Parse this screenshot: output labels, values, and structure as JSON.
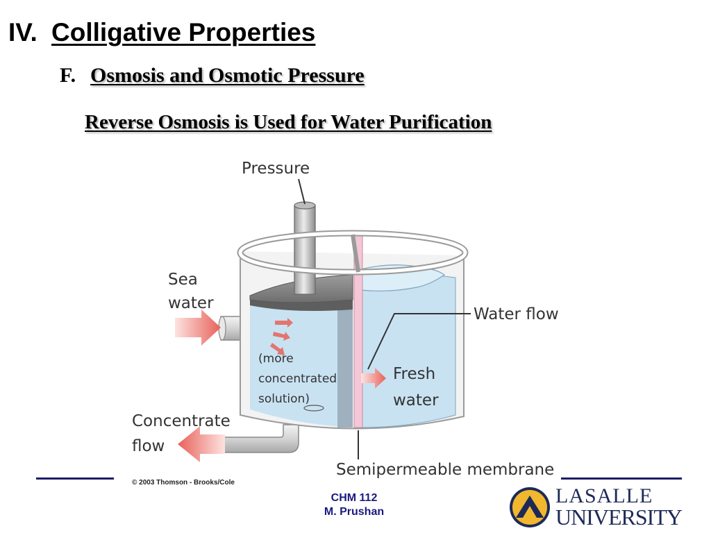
{
  "slide": {
    "section_number": "IV.",
    "section_title": "Colligative Properties",
    "subsection_number": "F.",
    "subsection_title": "Osmosis and Osmotic Pressure",
    "heading": "Reverse Osmosis is Used for Water Purification"
  },
  "diagram": {
    "labels": {
      "pressure": "Pressure",
      "sea_line1": "Sea",
      "sea_line2": "water",
      "water_flow": "Water flow",
      "more_line1": "(more",
      "more_line2": "concentrated",
      "more_line3": "solution)",
      "fresh_line1": "Fresh",
      "fresh_line2": "water",
      "conc_line1": "Concentrate",
      "conc_line2": "flow",
      "membrane": "Semipermeable membrane"
    }
  },
  "footer": {
    "credit": "© 2003 Thomson - Brooks/Cole",
    "course": "CHM 112",
    "instructor": "M. Prushan",
    "logo_line1": "LASALLE",
    "logo_line2": "UNIVERSITY"
  },
  "colors": {
    "rule": "#1d1d6a",
    "water": "#c8e2f2",
    "arrow": "#e8615a",
    "membrane": "#f4c6d6",
    "logo_gold": "#f1b72f",
    "logo_navy": "#1d2a57"
  }
}
